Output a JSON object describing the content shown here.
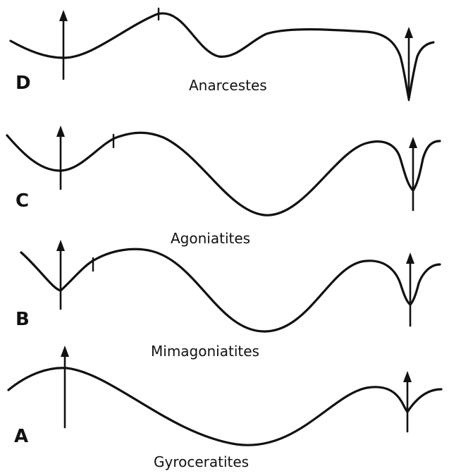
{
  "figure": {
    "panels": [
      {
        "letter": "D",
        "genus": "Anarcestes"
      },
      {
        "letter": "C",
        "genus": "Agoniatites"
      },
      {
        "letter": "B",
        "genus": "Mimagoniatites"
      },
      {
        "letter": "A",
        "genus": "Gyroceratites"
      }
    ],
    "ink_color": "#111111",
    "background_color": "#ffffff"
  }
}
